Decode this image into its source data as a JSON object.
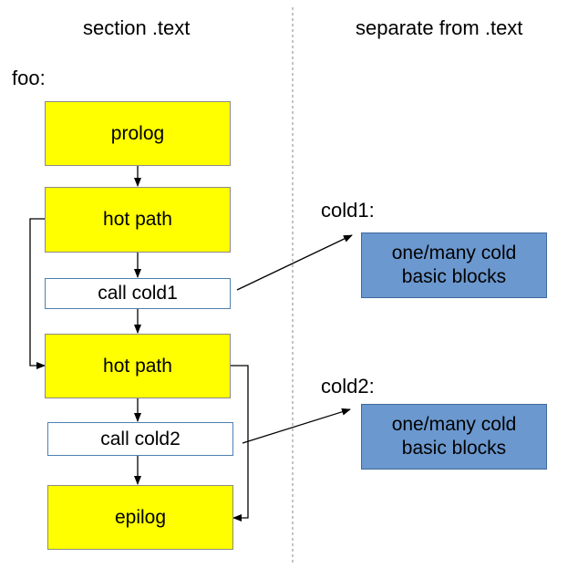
{
  "headers": {
    "left": "section .text",
    "right": "separate from .text"
  },
  "labels": {
    "foo": "foo:",
    "cold1": "cold1:",
    "cold2": "cold2:"
  },
  "blocks": {
    "prolog": "prolog",
    "hot_path_1": "hot path",
    "call_cold1": "call cold1",
    "hot_path_2": "hot path",
    "call_cold2": "call cold2",
    "epilog": "epilog"
  },
  "cold_blocks": {
    "cold1_line1": "one/many cold",
    "cold1_line2": "basic blocks",
    "cold2_line1": "one/many cold",
    "cold2_line2": "basic blocks"
  },
  "colors": {
    "hot_block": "#ffff00",
    "call_block": "#ffffff",
    "cold_block": "#6b98cf",
    "divider": "#888888"
  }
}
